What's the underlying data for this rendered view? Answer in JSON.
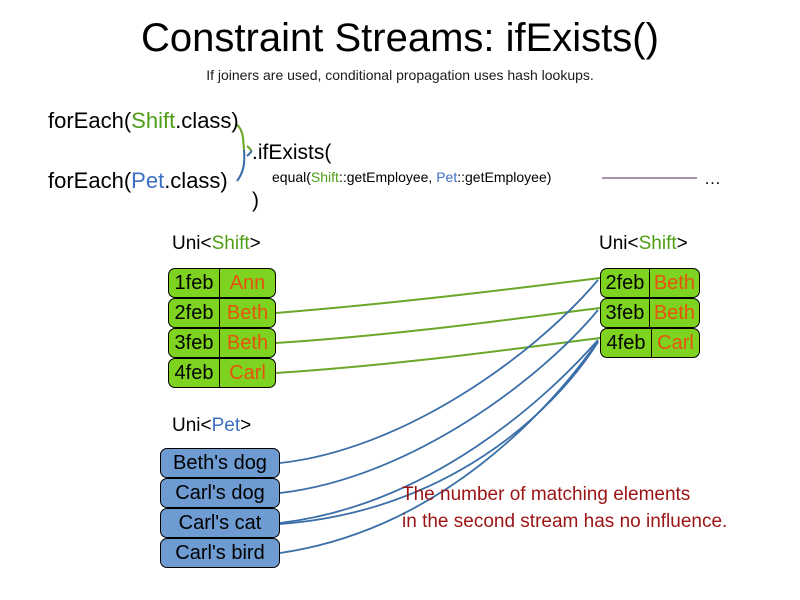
{
  "slide": {
    "title": "Constraint Streams: ifExists()",
    "subtitle": "If joiners are used, conditional propagation uses hash lookups."
  },
  "code": {
    "for_each_shift_prefix": "forEach(",
    "for_each_shift_type": "Shift",
    "for_each_shift_suffix": ".class)",
    "for_each_pet_prefix": "forEach(",
    "for_each_pet_type": "Pet",
    "for_each_pet_suffix": ".class)",
    "if_exists": ".ifExists(",
    "equal_prefix": "equal(",
    "equal_shift": "Shift",
    "equal_mid": "::getEmployee, ",
    "equal_pet": "Pet",
    "equal_suffix": "::getEmployee)",
    "close_paren": ")",
    "ellipsis": "…"
  },
  "left_shift_stream": {
    "label_prefix": "Uni<",
    "label_type": "Shift",
    "label_suffix": ">",
    "rows": [
      {
        "date": "1feb",
        "name": "Ann"
      },
      {
        "date": "2feb",
        "name": "Beth"
      },
      {
        "date": "3feb",
        "name": "Beth"
      },
      {
        "date": "4feb",
        "name": "Carl"
      }
    ]
  },
  "right_shift_stream": {
    "label_prefix": "Uni<",
    "label_type": "Shift",
    "label_suffix": ">",
    "rows": [
      {
        "date": "2feb",
        "name": "Beth"
      },
      {
        "date": "3feb",
        "name": "Beth"
      },
      {
        "date": "4feb",
        "name": "Carl"
      }
    ]
  },
  "pet_stream": {
    "label_prefix": "Uni<",
    "label_type": "Pet",
    "label_suffix": ">",
    "rows": [
      {
        "text": "Beth's dog"
      },
      {
        "text": "Carl's dog"
      },
      {
        "text": "Carl's cat"
      },
      {
        "text": "Carl's bird"
      }
    ]
  },
  "annotation": {
    "line1": "The number of matching elements",
    "line2": "in the second stream has no influence."
  },
  "colors": {
    "shift_green_fill": "#7ed320",
    "shift_green_text": "#4f9e14",
    "pet_blue_fill": "#6e9bd1",
    "pet_blue_text": "#3b6fc4",
    "name_orange": "#e8530e",
    "annotation_red": "#9b1414",
    "green_wire": "#6aa828",
    "blue_wire": "#3b6fa8",
    "equal_rule": "#8a6f96"
  }
}
